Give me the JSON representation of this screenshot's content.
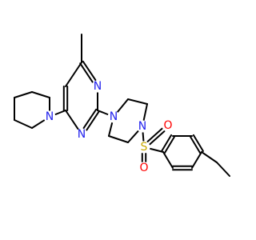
{
  "colors": {
    "N": "#2222ee",
    "S": "#c8a800",
    "O": "#ff0000",
    "bond": "#000000",
    "background": "#ffffff"
  },
  "molecule": {
    "atoms": [
      {
        "id": "methyl_c",
        "element": "C",
        "label": ""
      },
      {
        "id": "pyr_c4",
        "element": "C",
        "label": ""
      },
      {
        "id": "pyr_c5",
        "element": "C",
        "label": ""
      },
      {
        "id": "pyr_n3",
        "element": "N",
        "label": "N"
      },
      {
        "id": "pyr_c2",
        "element": "C",
        "label": ""
      },
      {
        "id": "pyr_n1",
        "element": "N",
        "label": "N"
      },
      {
        "id": "pyr_c6",
        "element": "C",
        "label": ""
      },
      {
        "id": "pip_n",
        "element": "N",
        "label": "N"
      },
      {
        "id": "pip_c2",
        "element": "C",
        "label": ""
      },
      {
        "id": "pip_c3",
        "element": "C",
        "label": ""
      },
      {
        "id": "pip_c4",
        "element": "C",
        "label": ""
      },
      {
        "id": "pip_c5",
        "element": "C",
        "label": ""
      },
      {
        "id": "pip_c6",
        "element": "C",
        "label": ""
      },
      {
        "id": "pz_n1",
        "element": "N",
        "label": "N"
      },
      {
        "id": "pz_c2",
        "element": "C",
        "label": ""
      },
      {
        "id": "pz_c3",
        "element": "C",
        "label": ""
      },
      {
        "id": "pz_n4",
        "element": "N",
        "label": "N"
      },
      {
        "id": "pz_c5",
        "element": "C",
        "label": ""
      },
      {
        "id": "pz_c6",
        "element": "C",
        "label": ""
      },
      {
        "id": "sulfur",
        "element": "S",
        "label": "S"
      },
      {
        "id": "oxygen_top",
        "element": "O",
        "label": "O"
      },
      {
        "id": "oxygen_bottom",
        "element": "O",
        "label": "O"
      },
      {
        "id": "ph_c1",
        "element": "C",
        "label": ""
      },
      {
        "id": "ph_c2",
        "element": "C",
        "label": ""
      },
      {
        "id": "ph_c3",
        "element": "C",
        "label": ""
      },
      {
        "id": "ph_c4",
        "element": "C",
        "label": ""
      },
      {
        "id": "ph_c5",
        "element": "C",
        "label": ""
      },
      {
        "id": "ph_c6",
        "element": "C",
        "label": ""
      },
      {
        "id": "ethyl_ch2",
        "element": "C",
        "label": ""
      },
      {
        "id": "ethyl_ch3",
        "element": "C",
        "label": ""
      }
    ],
    "bonds": [
      {
        "a": "methyl_c",
        "b": "pyr_c4",
        "order": 1
      },
      {
        "a": "pyr_c4",
        "b": "pyr_c5",
        "order": 1
      },
      {
        "a": "pyr_c4",
        "b": "pyr_n3",
        "order": 2
      },
      {
        "a": "pyr_n3",
        "b": "pyr_c2",
        "order": 1
      },
      {
        "a": "pyr_c2",
        "b": "pyr_n1",
        "order": 2
      },
      {
        "a": "pyr_n1",
        "b": "pyr_c6",
        "order": 1
      },
      {
        "a": "pyr_c6",
        "b": "pyr_c5",
        "order": 2
      },
      {
        "a": "pyr_c6",
        "b": "pip_n",
        "order": 1
      },
      {
        "a": "pip_n",
        "b": "pip_c2",
        "order": 1
      },
      {
        "a": "pip_c2",
        "b": "pip_c3",
        "order": 1
      },
      {
        "a": "pip_c3",
        "b": "pip_c4",
        "order": 1
      },
      {
        "a": "pip_c4",
        "b": "pip_c5",
        "order": 1
      },
      {
        "a": "pip_c5",
        "b": "pip_c6",
        "order": 1
      },
      {
        "a": "pip_c6",
        "b": "pip_n",
        "order": 1
      },
      {
        "a": "pyr_c2",
        "b": "pz_n1",
        "order": 1
      },
      {
        "a": "pz_n1",
        "b": "pz_c2",
        "order": 1
      },
      {
        "a": "pz_c2",
        "b": "pz_c3",
        "order": 1
      },
      {
        "a": "pz_c3",
        "b": "pz_n4",
        "order": 1
      },
      {
        "a": "pz_n4",
        "b": "pz_c5",
        "order": 1
      },
      {
        "a": "pz_c5",
        "b": "pz_c6",
        "order": 1
      },
      {
        "a": "pz_c6",
        "b": "pz_n1",
        "order": 1
      },
      {
        "a": "pz_n4",
        "b": "sulfur",
        "order": 1
      },
      {
        "a": "sulfur",
        "b": "oxygen_top",
        "order": 2
      },
      {
        "a": "sulfur",
        "b": "oxygen_bottom",
        "order": 2
      },
      {
        "a": "sulfur",
        "b": "ph_c1",
        "order": 1
      },
      {
        "a": "ph_c1",
        "b": "ph_c2",
        "order": 2
      },
      {
        "a": "ph_c2",
        "b": "ph_c3",
        "order": 1
      },
      {
        "a": "ph_c3",
        "b": "ph_c4",
        "order": 2
      },
      {
        "a": "ph_c4",
        "b": "ph_c5",
        "order": 1
      },
      {
        "a": "ph_c5",
        "b": "ph_c6",
        "order": 2
      },
      {
        "a": "ph_c6",
        "b": "ph_c1",
        "order": 1
      },
      {
        "a": "ph_c4",
        "b": "ethyl_ch2",
        "order": 1
      },
      {
        "a": "ethyl_ch2",
        "b": "ethyl_ch3",
        "order": 1
      }
    ]
  }
}
